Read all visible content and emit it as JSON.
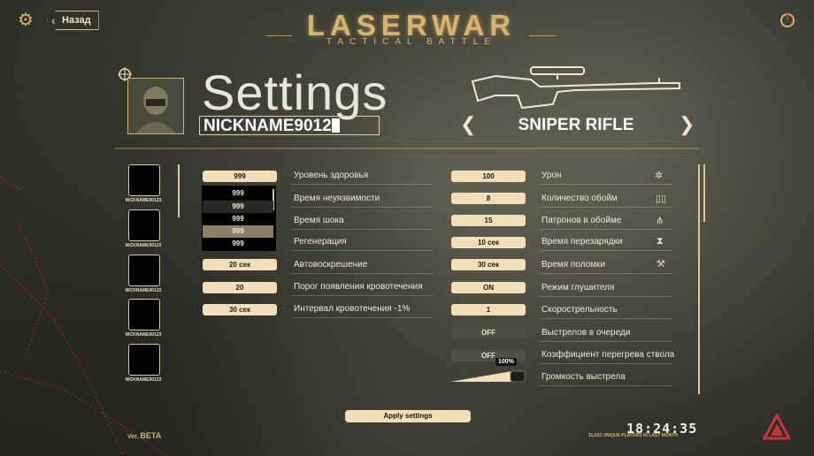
{
  "header": {
    "logo_title": "LASERWAR",
    "logo_subtitle": "TACTICAL BATTLE",
    "back_label": "Назад",
    "settings_icon": "gear-icon",
    "power_icon": "power-icon"
  },
  "profile": {
    "page_title": "Settings",
    "nickname": "NICKNAME9012"
  },
  "weapon": {
    "name": "SNIPER RIFLE",
    "prev_icon": "chevron-left-icon",
    "next_icon": "chevron-right-icon"
  },
  "players": [
    {
      "label": "NICKNAME90123"
    },
    {
      "label": "NICKNAME90123"
    },
    {
      "label": "NICKNAME90123"
    },
    {
      "label": "NICKNAME90123"
    },
    {
      "label": "NICKNAME90123"
    }
  ],
  "left_settings": [
    {
      "value": "999",
      "label": "Уровень здоровья"
    },
    {
      "value": "",
      "label": "Время неуязвимости"
    },
    {
      "value": "",
      "label": "Время шока"
    },
    {
      "value": "",
      "label": "Регенерация"
    },
    {
      "value": "20 сек",
      "label": "Автовоскрешение"
    },
    {
      "value": "20",
      "label": "Порог появления кровотечения"
    },
    {
      "value": "30 сек",
      "label": "Интервал кровотечения -1%"
    }
  ],
  "dropdown_options": [
    "999",
    "999",
    "999",
    "999",
    "999"
  ],
  "right_settings": [
    {
      "value": "100",
      "label": "Урон",
      "icon": "damage-icon"
    },
    {
      "value": "8",
      "label": "Количество обойм",
      "icon": "magazine-icon"
    },
    {
      "value": "15",
      "label": "Патронов в обойме",
      "icon": "bullets-icon"
    },
    {
      "value": "10 сек",
      "label": "Время перезарядки",
      "icon": "hourglass-icon"
    },
    {
      "value": "30 сек",
      "label": "Время поломки",
      "icon": "hammer-icon"
    },
    {
      "value": "ON",
      "label": "Режим глушителя",
      "icon": ""
    },
    {
      "value": "1",
      "label": "Скорострельность",
      "icon": ""
    },
    {
      "value": "OFF",
      "label": "Выстрелов в очереди",
      "icon": ""
    },
    {
      "value": "OFF",
      "label": "Коэффициент перегрева ствола",
      "icon": ""
    }
  ],
  "volume": {
    "label": "Громкость выстрела",
    "display": "100%",
    "level": 1.0
  },
  "footer": {
    "apply_label": "Apply settings",
    "clock": "18:24:35",
    "players_count": "11,022",
    "players_text": "UNIQUE PLAYERS IN LAST MONTH",
    "version_prefix": "Ver.",
    "version": "BETA"
  },
  "colors": {
    "accent": "#d8b36a",
    "pill": "#f3dfb7",
    "dark_pill": "#4f5045",
    "logo_red": "#c8333a"
  }
}
